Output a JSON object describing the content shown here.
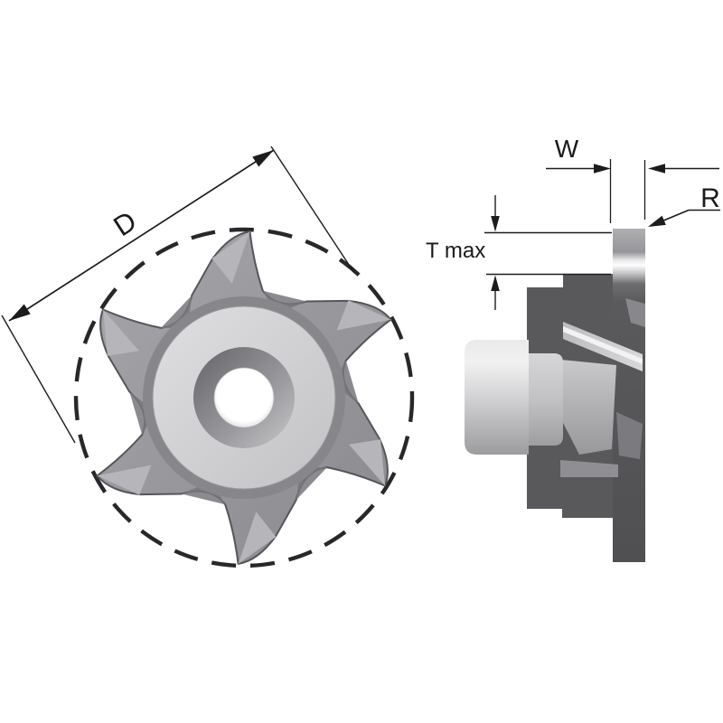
{
  "page": {
    "background": "#ffffff"
  },
  "figure": {
    "kind": "technical-drawing-milling-cutter",
    "dimension_labels": {
      "diameter": "D",
      "width": "W",
      "corner_radius": "R",
      "max_depth": "T max"
    },
    "colors": {
      "annotation": "#1c1c1c",
      "dashed_circle": "#28282a",
      "outline": "#55555a",
      "body_front_mid": "#98989c",
      "body_front_light": "#b6b6ba",
      "body_front_dark": "#77777b",
      "hub_recess": "#87878b",
      "hub_disc": "#d4d4d6",
      "bore": "#ffffff",
      "body_side_dark": "#59595b",
      "insert_light": "#c6c6c8"
    }
  }
}
